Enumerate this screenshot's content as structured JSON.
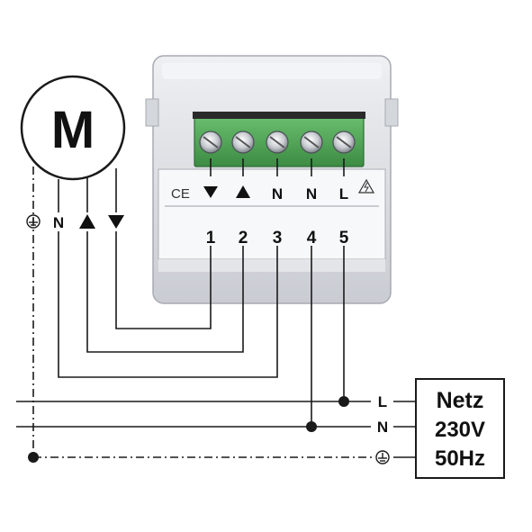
{
  "motor": {
    "label": "M"
  },
  "motor_leads": {
    "earth_icon": "earth-ground-icon",
    "neutral": "N",
    "up_icon": "triangle-up-icon",
    "down_icon": "triangle-down-icon"
  },
  "device": {
    "ce_mark": "CE",
    "warning_icon": "lightning-warning-icon",
    "terminal_symbols": [
      "▼",
      "▲",
      "N",
      "N",
      "L"
    ],
    "terminal_numbers": [
      "1",
      "2",
      "3",
      "4",
      "5"
    ]
  },
  "mains_lines": {
    "l_label": "L",
    "n_label": "N",
    "earth_icon": "earth-ground-icon"
  },
  "netz_box": {
    "title": "Netz",
    "voltage": "230V",
    "frequency": "50Hz"
  },
  "colors": {
    "terminal_green": "#4fa257",
    "housing_grey": "#dfe1e5",
    "wire": "#1a1a1a"
  }
}
